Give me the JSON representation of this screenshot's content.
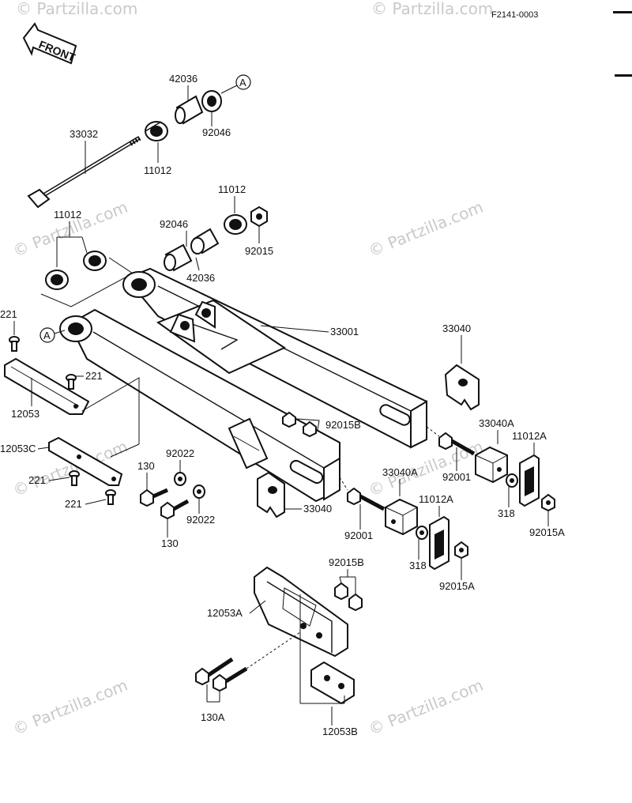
{
  "header": {
    "drawing_code": "F2141-0003",
    "front_label": "FRONT"
  },
  "watermark": "© Partzilla.com",
  "reference_marker": "A",
  "labels": {
    "p33032": "33032",
    "p42036_top": "42036",
    "p92046_top": "92046",
    "p11012_top": "11012",
    "p11012_right": "11012",
    "p11012_left": "11012",
    "p92046_mid": "92046",
    "p92015": "92015",
    "p42036_mid": "42036",
    "p33001": "33001",
    "p221_a": "221",
    "p221_b": "221",
    "p221_c": "221",
    "p221_d": "221",
    "p12053": "12053",
    "p12053C": "12053C",
    "p33040_top": "33040",
    "p33040A_top": "33040A",
    "p11012A_top": "11012A",
    "p92015B_top": "92015B",
    "p92022_a": "92022",
    "p92022_b": "92022",
    "p130_a": "130",
    "p130_b": "130",
    "p92001_top": "92001",
    "p318_top": "318",
    "p92015A_top": "92015A",
    "p33040A_mid": "33040A",
    "p11012A_mid": "11012A",
    "p33040_mid": "33040",
    "p92001_mid": "92001",
    "p318_mid": "318",
    "p92015A_mid": "92015A",
    "p92015B_mid": "92015B",
    "p12053A": "12053A",
    "p130A": "130A",
    "p12053B": "12053B"
  }
}
